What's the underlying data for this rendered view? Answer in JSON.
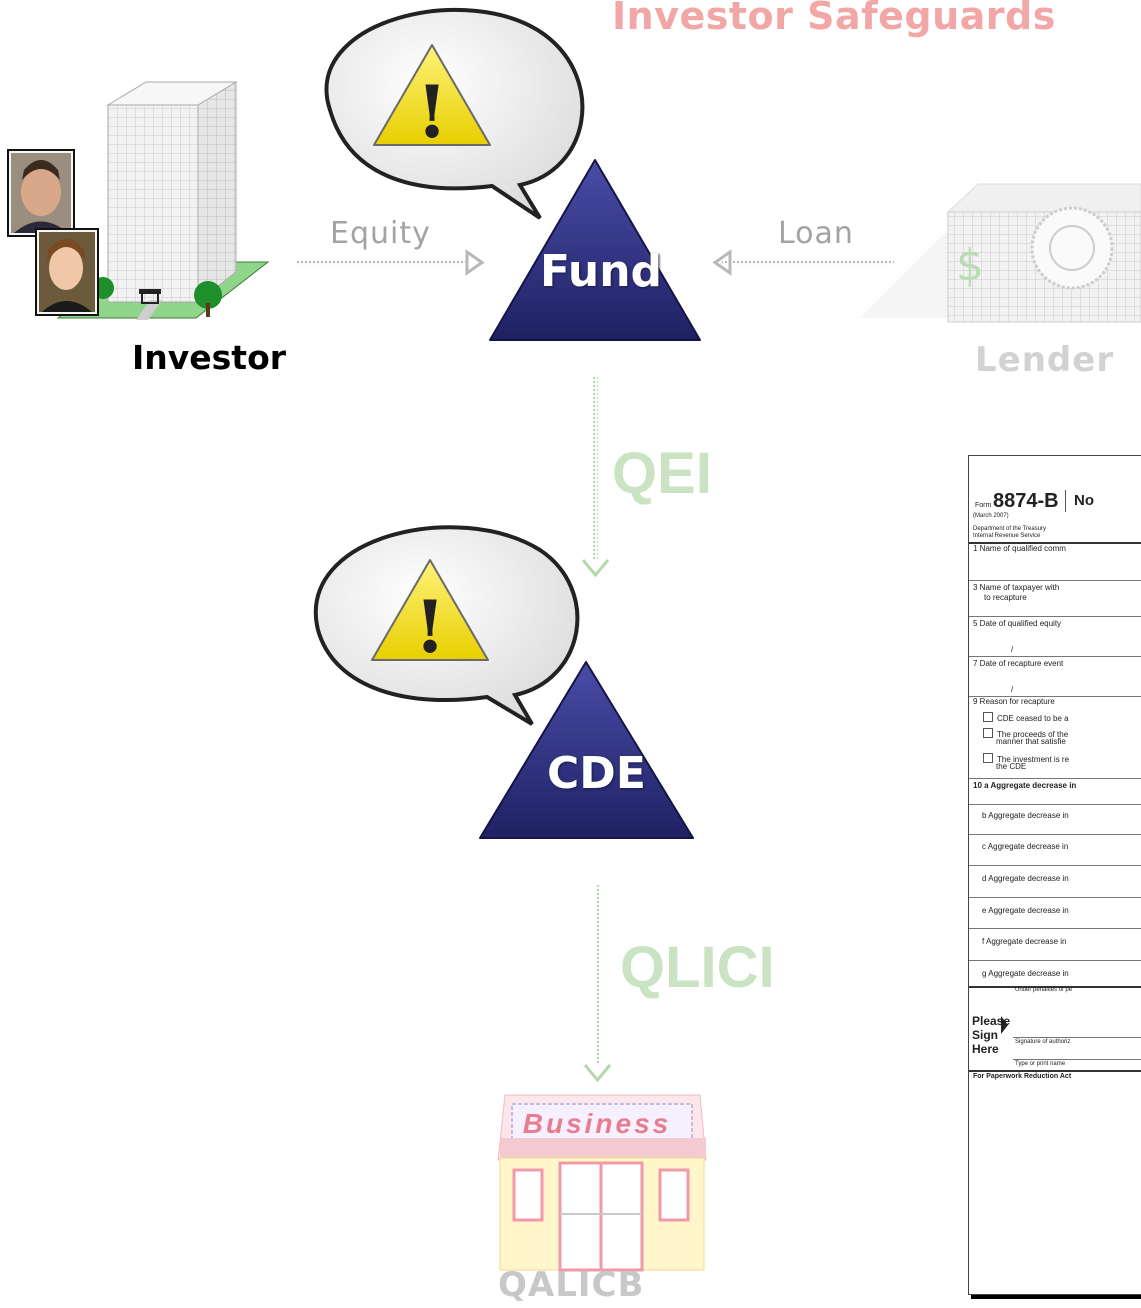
{
  "title": "Investor Safeguards",
  "labels": {
    "investor": "Investor",
    "lender": "Lender",
    "equity": "Equity",
    "loan": "Loan",
    "fund": "Fund",
    "cde": "CDE",
    "qei": "QEI",
    "qlici": "QLICI",
    "business_sign": "Business",
    "qalicb": "QALICB"
  },
  "lender_symbol": "$",
  "warning_symbol": "!",
  "colors": {
    "triangle": "#2b2d7a",
    "warning": "#f2e21a",
    "title": "#f2a6a6",
    "flow_green": "#c9e3c3"
  },
  "form": {
    "form_prefix": "Form",
    "form_number": "8874-B",
    "heading_partial": "No",
    "edition": "(March 2007)",
    "dept1": "Department of the Treasury",
    "dept2": "Internal Revenue Service",
    "line1": "1   Name of qualified comm",
    "line3a": "3   Name of taxpayer with",
    "line3b": "to recapture",
    "line5": "5   Date of qualified equity",
    "slash": "/",
    "line7": "7   Date of recapture event",
    "line9": "9   Reason for recapture",
    "reason1": "CDE ceased to be a",
    "reason2a": "The proceeds of the",
    "reason2b": "manner that satisfie",
    "reason3a": "The investment is re",
    "reason3b": "the CDE",
    "line10a": "10 a Aggregate decrease in",
    "line10b": "b Aggregate decrease in",
    "line10c": "c Aggregate decrease in",
    "line10d": "d Aggregate decrease in",
    "line10e": "e Aggregate decrease in",
    "line10f": "f Aggregate decrease in",
    "line10g": "g Aggregate decrease in",
    "penalties": "Under penalties of pe",
    "sign1": "Please",
    "sign2": "Sign",
    "sign3": "Here",
    "signature": "Signature of authoriz",
    "print_name": "Type or print name",
    "paperwork": "For Paperwork Reduction Act"
  }
}
